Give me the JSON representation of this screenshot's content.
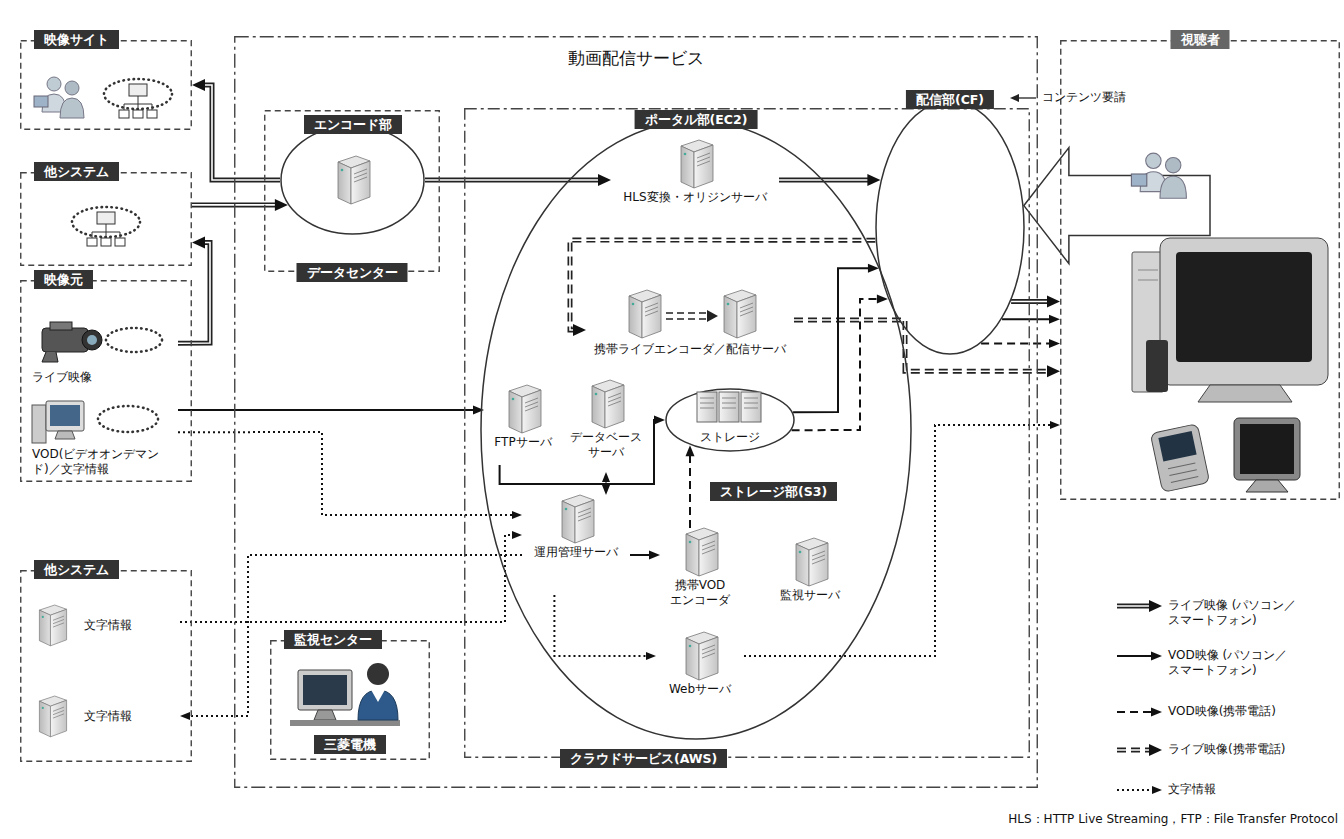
{
  "diagram": {
    "nodes": [
      {
        "text": [
          "映像サイト"
        ]
      },
      {
        "text": [
          "他システム"
        ]
      },
      {
        "text": [
          "映像元"
        ]
      },
      {
        "text": [
          "ライブ映像"
        ],
        "in": 2
      },
      {
        "text": [
          "VOD(ビデオオンデマンド)／文字情報"
        ],
        "in": 2
      },
      {
        "text": [
          "他システム"
        ]
      },
      {
        "text": [
          "文字情報"
        ],
        "in": 5
      },
      {
        "text": [
          "文字情報"
        ],
        "in": 5
      },
      {
        "text": [
          "動画配信サービス"
        ]
      },
      {
        "text": [
          "データセンター"
        ],
        "in": 8
      },
      {
        "text": [
          "エンコード部"
        ],
        "in": 9
      },
      {
        "text": [
          "クラウドサービス(AWS)"
        ],
        "in": 8
      },
      {
        "text": [
          "ポータル部(EC2)"
        ],
        "in": 11
      },
      {
        "text": [
          "HLS変換・オリジンサーバ"
        ],
        "in": 12
      },
      {
        "text": [
          "携帯ライブエンコーダ／配信サーバ"
        ],
        "in": 12
      },
      {
        "text": [
          "FTPサーバ"
        ],
        "in": 12
      },
      {
        "text": [
          "データベース サーバ"
        ],
        "in": 12
      },
      {
        "text": [
          "ストレージ",
          "ストレージ部(S3)"
        ],
        "in": 12
      },
      {
        "text": [
          "運用管理サーバ"
        ],
        "in": 12
      },
      {
        "text": [
          "携帯VOD エンコーダ"
        ],
        "in": 12
      },
      {
        "text": [
          "監視サーバ"
        ],
        "in": 12
      },
      {
        "text": [
          "Webサーバ"
        ],
        "in": 12
      },
      {
        "text": [
          "配信部(CF)"
        ],
        "in": 8
      },
      {
        "text": [
          "監視センター",
          "三菱電機"
        ],
        "in": 8
      },
      {
        "text": [
          "視聴者"
        ]
      }
    ],
    "edges": [
      {
        "from": 10,
        "to": 0,
        "arrow": "to"
      },
      {
        "from": 10,
        "to": 13,
        "arrow": "to"
      },
      {
        "from": 1,
        "to": 10,
        "arrow": "to"
      },
      {
        "from": 3,
        "to": 1,
        "arrow": "to"
      },
      {
        "from": 13,
        "to": 22,
        "arrow": "to"
      },
      {
        "from": 22,
        "to": 14,
        "arrow": "to"
      },
      {
        "from": 14,
        "to": 24,
        "arrow": "to"
      },
      {
        "from": 22,
        "to": 24,
        "arrow": "to"
      },
      {
        "from": 22,
        "to": 24,
        "arrow": "to"
      },
      {
        "from": 22,
        "to": 24,
        "arrow": "to"
      },
      {
        "from": 4,
        "to": 15,
        "arrow": "to"
      },
      {
        "from": 4,
        "to": 18,
        "arrow": "to"
      },
      {
        "from": 15,
        "to": 17,
        "arrow": "to"
      },
      {
        "from": 17,
        "to": 22,
        "arrow": "to"
      },
      {
        "from": 17,
        "to": 22,
        "arrow": "to"
      },
      {
        "from": 16,
        "to": 18,
        "arrow": "both"
      },
      {
        "from": 18,
        "to": 19,
        "arrow": "to"
      },
      {
        "from": 19,
        "to": 17,
        "arrow": "to"
      },
      {
        "from": 6,
        "to": 18,
        "arrow": "to"
      },
      {
        "from": 18,
        "to": 7,
        "arrow": "to"
      },
      {
        "from": 18,
        "to": 21,
        "arrow": "to"
      },
      {
        "from": 21,
        "to": 24,
        "arrow": "to"
      },
      {
        "from": 24,
        "to": 22,
        "arrow": "to"
      }
    ],
    "labels": [
      "コンテンツ要請",
      "HLS：HTTP Live Streaming，FTP：File Transfer Protocol"
    ],
    "legend": [
      {
        "text": "ライブ映像 (パソコン／スマートフォン)"
      },
      {
        "text": "VOD映像 (パソコン／スマートフォン)"
      },
      {
        "text": "VOD映像(携帯電話)"
      },
      {
        "text": "ライブ映像(携帯電話)"
      },
      {
        "text": "文字情報"
      }
    ]
  }
}
